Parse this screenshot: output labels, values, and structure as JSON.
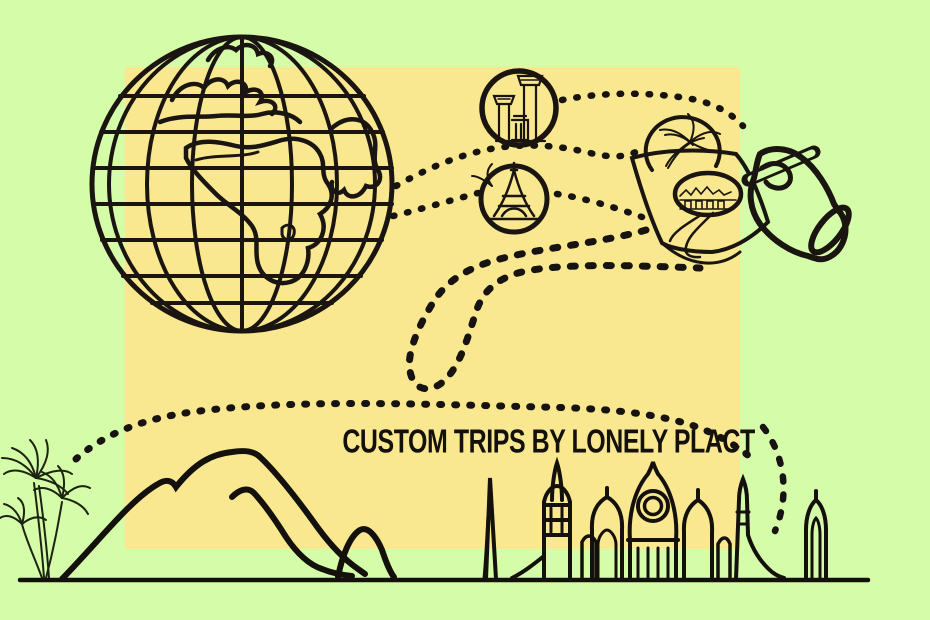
{
  "headline": {
    "text": "CUSTOM TRIPS BY LONELY PLACT"
  },
  "colors": {
    "background_green": "#d5fca8",
    "panel_yellow": "#f9e88f",
    "ink_black": "#1a1510",
    "palm_ink": "#1c2410"
  },
  "scene": {
    "icons": [
      {
        "name": "globe-icon",
        "meaning": "wireframe globe showing Africa and Europe"
      },
      {
        "name": "towers-badge-icon",
        "meaning": "circular badge with ancient tower buildings"
      },
      {
        "name": "eiffel-badge-icon",
        "meaning": "circular badge with Eiffel Tower and palm frond"
      },
      {
        "name": "map-sketch-icon",
        "meaning": "travel map sheet with palm blob, skyline vignette oval and winding road"
      },
      {
        "name": "hand-pen-icon",
        "meaning": "hand holding a pen drawing on the map"
      },
      {
        "name": "palm-trees-icon",
        "meaning": "cluster of palm trees at bottom left"
      },
      {
        "name": "mountain-range-icon",
        "meaning": "line-drawn mountain ridge"
      },
      {
        "name": "city-skyline-icon",
        "meaning": "skyline with obelisk, minarets and onion domes"
      },
      {
        "name": "dotted-route",
        "meaning": "dotted travel route paths connecting globe, badges, map and landscape"
      }
    ]
  }
}
